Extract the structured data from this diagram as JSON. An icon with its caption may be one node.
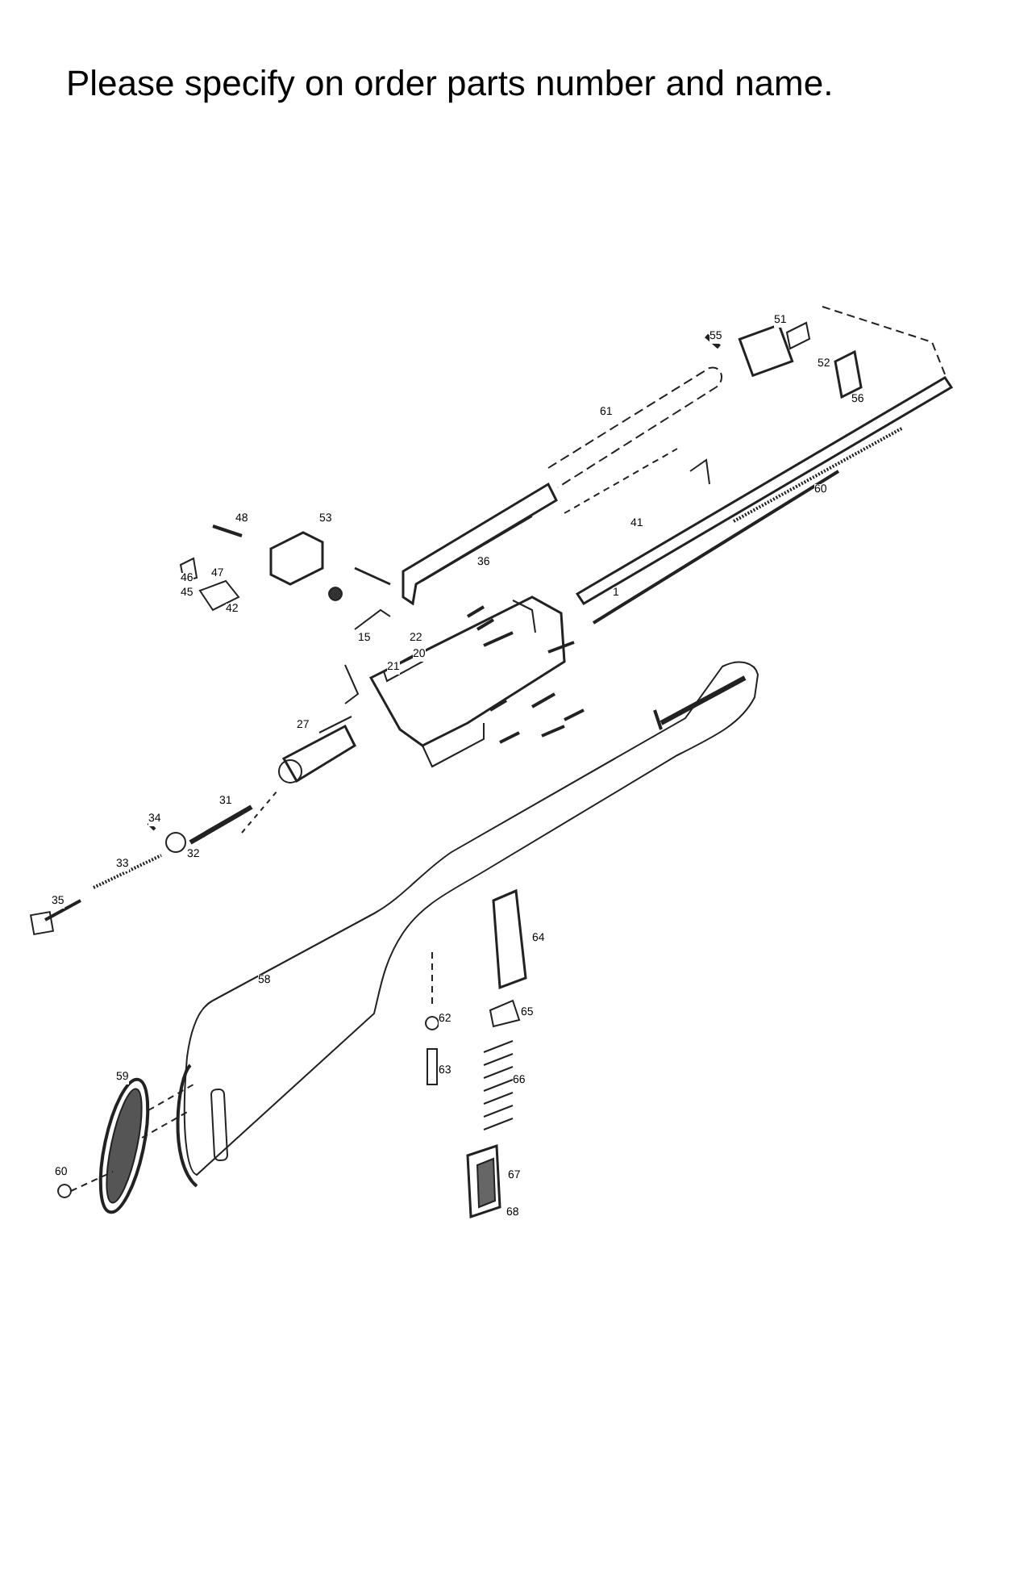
{
  "diagram": {
    "title": "Please specify on order parts number and name.",
    "labels": [
      "55",
      "51",
      "52",
      "56",
      "61",
      "60",
      "48",
      "53",
      "47",
      "46",
      "45",
      "42",
      "36",
      "41",
      "1",
      "15",
      "22",
      "20",
      "21",
      "27",
      "31",
      "34",
      "32",
      "33",
      "35",
      "58",
      "64",
      "59",
      "62",
      "65",
      "63",
      "66",
      "60",
      "67",
      "68"
    ]
  }
}
